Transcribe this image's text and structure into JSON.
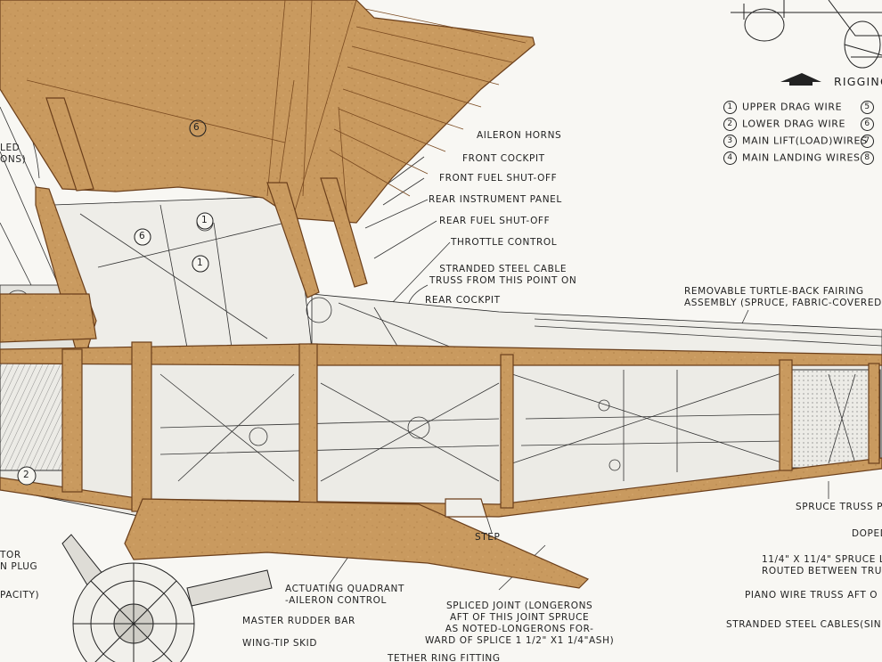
{
  "scene": {
    "description_free": true,
    "colors": {
      "paper": "#f8f7f3",
      "wood": "#c99a5f",
      "wood_dark": "#8a5a2c",
      "wood_edge": "#6b3f1b",
      "ink": "#222222"
    }
  },
  "legend": {
    "title": "RIGGING",
    "items": [
      {
        "num": "1",
        "text": "UPPER DRAG WIRE"
      },
      {
        "num": "2",
        "text": "LOWER DRAG WIRE"
      },
      {
        "num": "3",
        "text": "MAIN LIFT(LOAD)WIRES"
      },
      {
        "num": "4",
        "text": "MAIN LANDING WIRES"
      }
    ],
    "partial_nums": [
      "5",
      "6",
      "7",
      "8"
    ]
  },
  "labels": {
    "aileron_horns": "AILERON HORNS",
    "front_cockpit": "FRONT COCKPIT",
    "front_fuel": "FRONT FUEL SHUT-OFF",
    "rear_instrument": "REAR INSTRUMENT PANEL",
    "rear_fuel": "REAR FUEL SHUT-OFF",
    "throttle": "THROTTLE CONTROL",
    "cable_1": "STRANDED STEEL CABLE",
    "cable_2": "TRUSS FROM THIS POINT ON",
    "rear_cockpit": "REAR COCKPIT",
    "turtle_1": "REMOVABLE TURTLE-BACK FAIRING",
    "turtle_2": "ASSEMBLY (SPRUCE, FABRIC-COVERED)",
    "spruce_truss": "SPRUCE TRUSS PO",
    "doped": "DOPED",
    "spruce_l_1": "11/4\" X 11/4\" SPRUCE L",
    "spruce_l_2": "ROUTED BETWEEN TRUS",
    "piano_wire": "PIANO WIRE TRUSS AFT O",
    "stranded_steel": "STRANDED STEEL CABLES(SIN",
    "step": "STEP",
    "quadrant_1": "ACTUATING QUADRANT",
    "quadrant_2": "-AILERON CONTROL",
    "master_rudder": "MASTER RUDDER BAR",
    "wing_tip": "WING-TIP SKID",
    "tether": "TETHER RING FITTING",
    "splice_1": "SPLICED JOINT (LONGERONS",
    "splice_2": "AFT OF THIS JOINT SPRUCE",
    "splice_3": "AS NOTED-LONGERONS FOR-",
    "splice_4": "WARD OF SPLICE 1 1/2\" X1 1/4\"ASH)",
    "left_1": "LED",
    "left_2": "ONS)",
    "left_3": "TOR",
    "left_4": "N PLUG",
    "left_5": "PACITY)",
    "callout_6a": "6",
    "callout_1a": "1",
    "callout_6b": "6",
    "callout_1b": "1",
    "callout_2": "2"
  }
}
